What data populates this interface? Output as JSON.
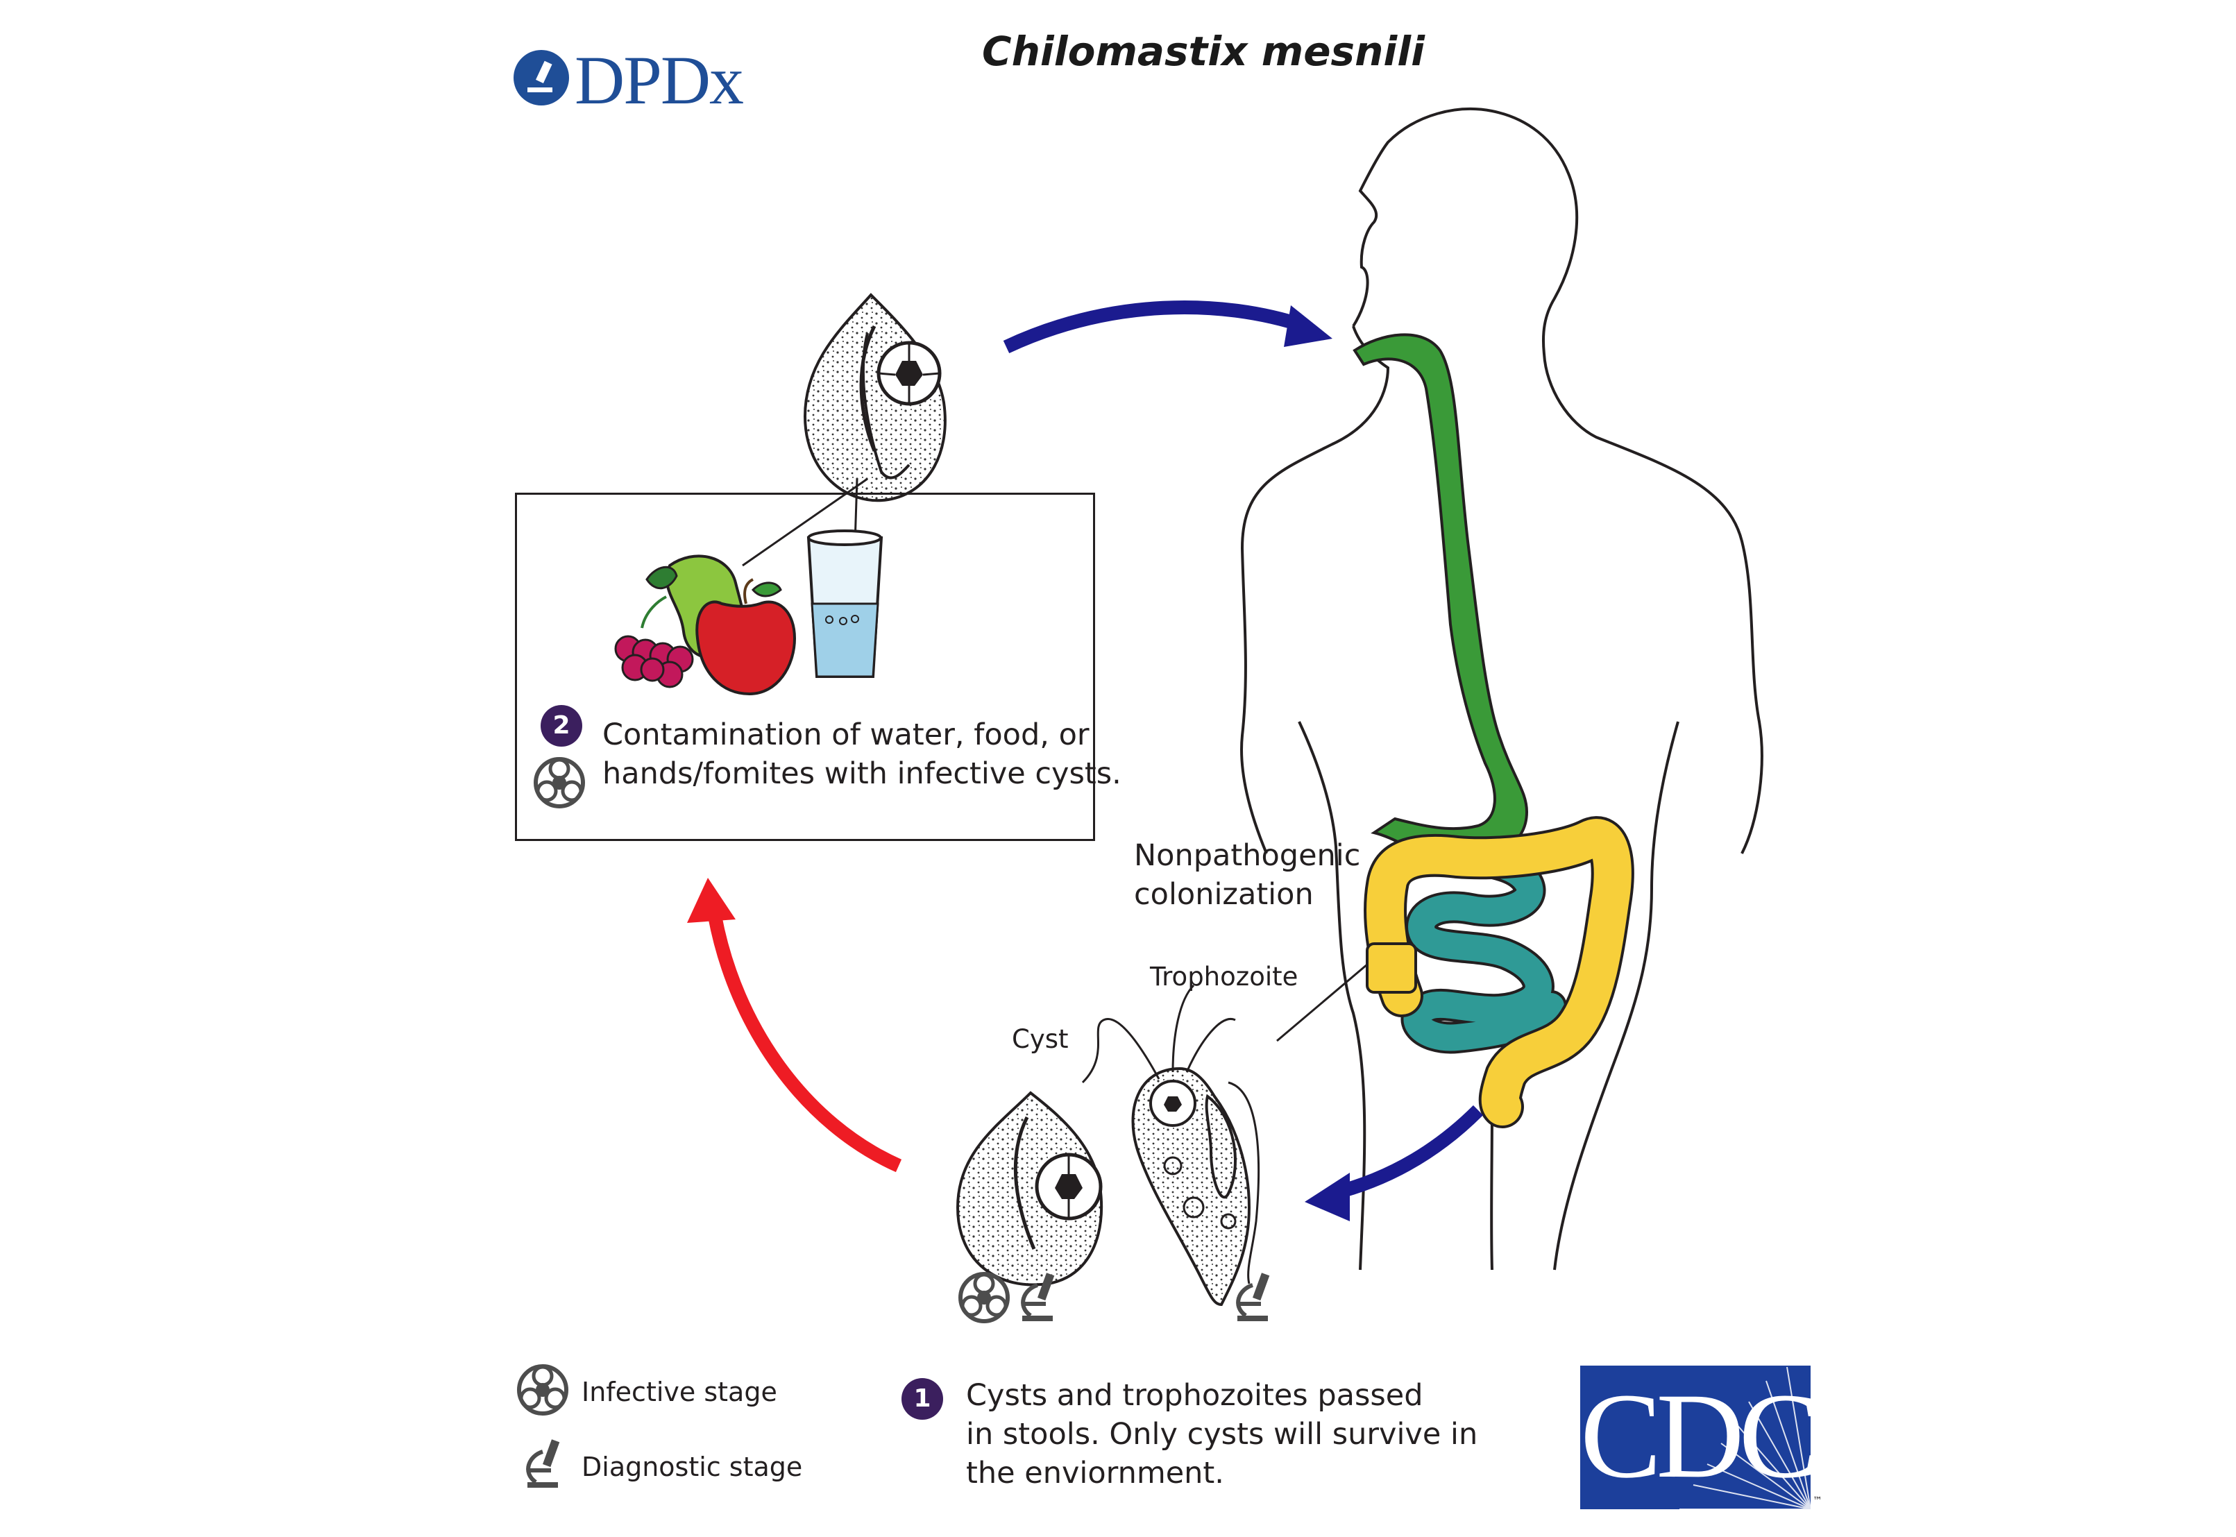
{
  "title": "Chilomastix mesnili",
  "logos": {
    "dpdx": "DPDx",
    "cdc": "CDC",
    "cdc_tm": "™"
  },
  "labels": {
    "nonpathogenic_line1": "Nonpathogenic",
    "nonpathogenic_line2": "colonization",
    "trophozoite": "Trophozoite",
    "cyst": "Cyst"
  },
  "steps": {
    "step2": {
      "number": "2",
      "line1": "Contamination of water, food, or",
      "line2": "hands/fomites with infective cysts."
    },
    "step1": {
      "number": "1",
      "line1": "Cysts and trophozoites passed",
      "line2": "in stools. Only cysts will survive in",
      "line3": "the enviornment."
    }
  },
  "legend": {
    "infective": "Infective stage",
    "diagnostic": "Diagnostic stage"
  },
  "colors": {
    "arrow_blue": "#1b1b8f",
    "arrow_red": "#ee1c24",
    "gi_green": "#3a9a38",
    "small_intestine_teal": "#2f9a96",
    "colon_yellow": "#f7cf3a",
    "dpdx_blue": "#1f4e97",
    "cdc_blue": "#1c3f9b",
    "step_badge": "#3b1f5e"
  },
  "icons": [
    "biohazard-icon",
    "microscope-icon",
    "cyst-illustration",
    "trophozoite-illustration",
    "fruit-illustration",
    "water-glass-icon",
    "human-silhouette"
  ]
}
